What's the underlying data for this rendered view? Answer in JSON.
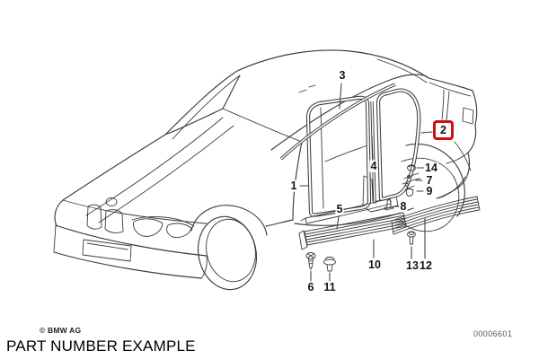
{
  "diagram": {
    "title": "PART NUMBER EXAMPLE",
    "copyright": "© BMW AG",
    "code": "00006601",
    "highlight_color": "#cd1112",
    "line_color": "#3c3c3c",
    "highlighted_callout": "2",
    "callouts": [
      {
        "label": "1"
      },
      {
        "label": "2"
      },
      {
        "label": "3"
      },
      {
        "label": "4"
      },
      {
        "label": "5"
      },
      {
        "label": "6"
      },
      {
        "label": "7"
      },
      {
        "label": "8"
      },
      {
        "label": "9"
      },
      {
        "label": "10"
      },
      {
        "label": "11"
      },
      {
        "label": "12"
      },
      {
        "label": "13"
      },
      {
        "label": "14"
      }
    ]
  }
}
